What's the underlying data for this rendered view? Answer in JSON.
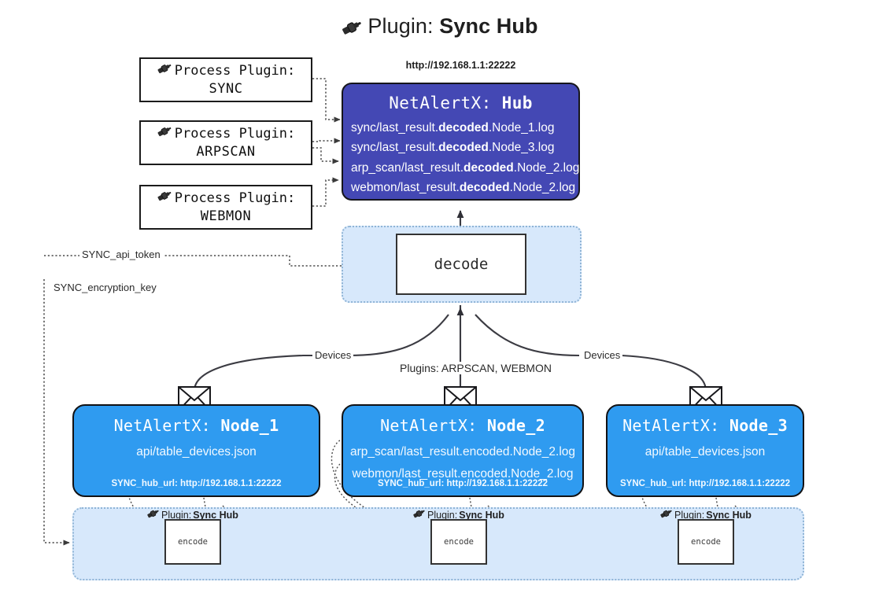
{
  "title": {
    "prefix": "Plugin:",
    "name": "Sync Hub",
    "icon": "plug-icon"
  },
  "process_plugins": [
    {
      "label": "Process Plugin:",
      "name": "SYNC"
    },
    {
      "label": "Process Plugin:",
      "name": "ARPSCAN"
    },
    {
      "label": "Process Plugin:",
      "name": "WEBMON"
    }
  ],
  "hub": {
    "url": "http://192.168.1.1:22222",
    "title_prefix": "NetAlertX:",
    "title_name": "Hub",
    "logs": [
      {
        "pre": "sync/last_result.",
        "mid": "decoded",
        "post": ".Node_1.log"
      },
      {
        "pre": "sync/last_result.",
        "mid": "decoded",
        "post": ".Node_3.log"
      },
      {
        "pre": "arp_scan/last_result.",
        "mid": "decoded",
        "post": ".Node_2.log"
      },
      {
        "pre": "webmon/last_result.",
        "mid": "decoded",
        "post": ".Node_2.log"
      }
    ]
  },
  "decode": {
    "label": "decode"
  },
  "secrets": {
    "api_token": "SYNC_api_token",
    "encryption_key": "SYNC_encryption_key"
  },
  "edge_labels": {
    "left_devices": "Devices",
    "right_devices": "Devices",
    "center_plugins": "Plugins: ARPSCAN, WEBMON"
  },
  "nodes": [
    {
      "title_prefix": "NetAlertX:",
      "title_name": "Node_1",
      "lines": [
        "api/table_devices.json"
      ],
      "footer": "SYNC_hub_url: http://192.168.1.1:22222"
    },
    {
      "title_prefix": "NetAlertX:",
      "title_name": "Node_2",
      "lines": [
        "arp_scan/last_result.encoded.Node_2.log",
        "webmon/last_result.encoded.Node_2.log"
      ],
      "footer": "SYNC_hub_url: http://192.168.1.1:22222"
    },
    {
      "title_prefix": "NetAlertX:",
      "title_name": "Node_3",
      "lines": [
        "api/table_devices.json"
      ],
      "footer": "SYNC_hub_url: http://192.168.1.1:22222"
    }
  ],
  "encoders": [
    {
      "plugin_prefix": "Plugin:",
      "plugin_name": "Sync Hub",
      "label": "encode"
    },
    {
      "plugin_prefix": "Plugin:",
      "plugin_name": "Sync Hub",
      "label": "encode"
    },
    {
      "plugin_prefix": "Plugin:",
      "plugin_name": "Sync Hub",
      "label": "encode"
    }
  ],
  "colors": {
    "hub_fill": "#4448b4",
    "node_fill": "#2f9bf0",
    "band_fill": "#d7e8fb",
    "band_border": "#8fb4d6",
    "stroke": "#333333"
  }
}
